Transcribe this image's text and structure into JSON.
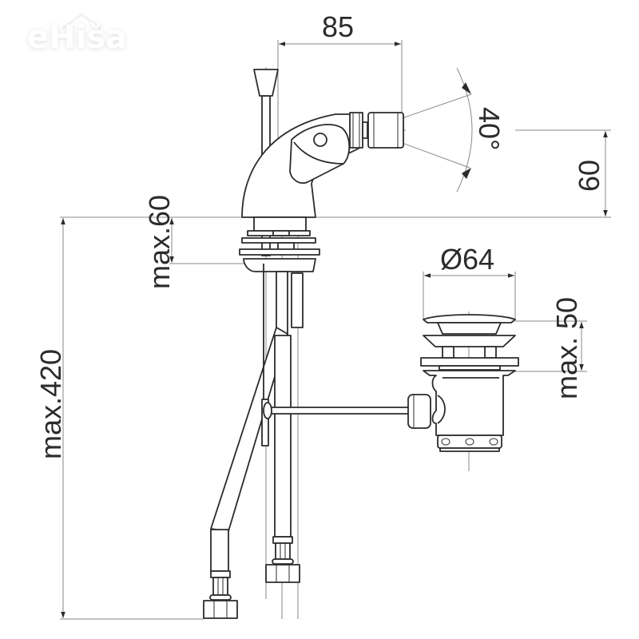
{
  "watermark": {
    "text": "eHiša"
  },
  "drawing": {
    "subject": "bidet mixer with pop-up waste, technical dimension drawing",
    "line_color": "#2b2b2b",
    "dimension_line_color": "#8a8a8a"
  },
  "dimensions": {
    "spout_reach": "85",
    "spout_angle": "40°",
    "spout_height": "60",
    "deck_thickness": "max.60",
    "total_hose_length": "max.420",
    "waste_diameter": "Ø64",
    "waste_depth": "max. 50"
  }
}
